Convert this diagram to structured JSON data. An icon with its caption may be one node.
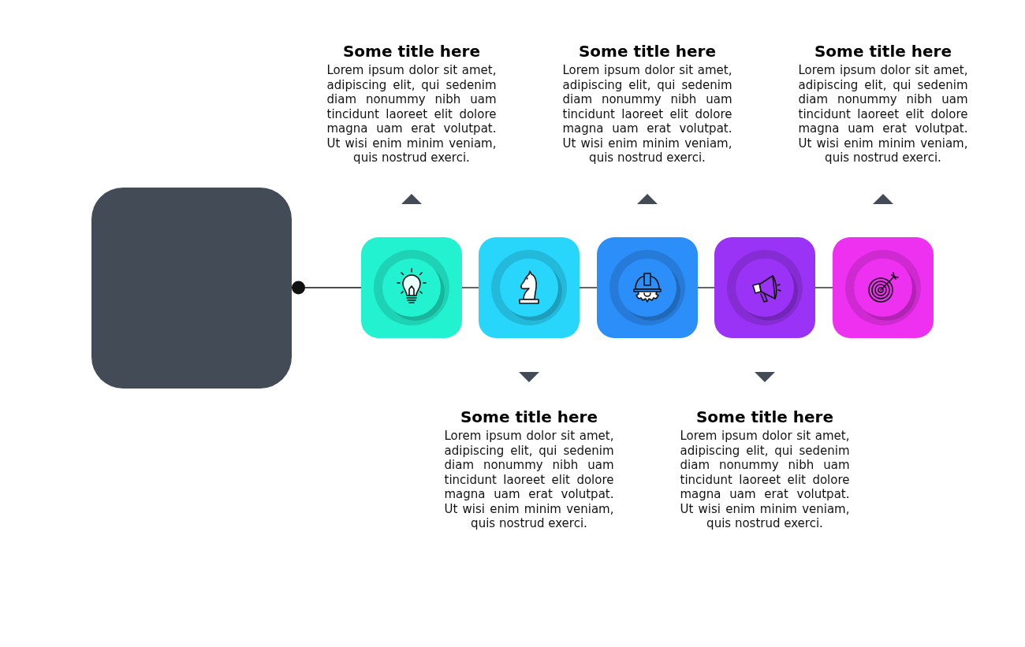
{
  "diagram": {
    "nodes": [
      {
        "text": [],
        "shape": "box"
      },
      {
        "text": [],
        "shape": "box",
        "beside": [
          "Some title here",
          "Lorem ipsum dolor sit amet, adipiscing elit, qui sedenim diam nonummy nibh uam tincidunt laoreet elit dolore magna uam erat volutpat. Ut wisi enim minim veniam, quis nostrud exerci."
        ]
      },
      {
        "text": [],
        "shape": "box",
        "beside": [
          "Some title here",
          "Lorem ipsum dolor sit amet, adipiscing elit, qui sedenim diam nonummy nibh uam tincidunt laoreet elit dolore magna uam erat volutpat. Ut wisi enim minim veniam, quis nostrud exerci."
        ]
      },
      {
        "text": [],
        "shape": "box",
        "beside": [
          "Some title here",
          "Lorem ipsum dolor sit amet, adipiscing elit, qui sedenim diam nonummy nibh uam tincidunt laoreet elit dolore magna uam erat volutpat. Ut wisi enim minim veniam, quis nostrud exerci."
        ]
      },
      {
        "text": [],
        "shape": "box",
        "beside": [
          "Some title here",
          "Lorem ipsum dolor sit amet, adipiscing elit, qui sedenim diam nonummy nibh uam tincidunt laoreet elit dolore magna uam erat volutpat. Ut wisi enim minim veniam, quis nostrud exerci."
        ]
      },
      {
        "text": [],
        "shape": "box",
        "beside": [
          "Some title here",
          "Lorem ipsum dolor sit amet, adipiscing elit, qui sedenim diam nonummy nibh uam tincidunt laoreet elit dolore magna uam erat volutpat. Ut wisi enim minim veniam, quis nostrud exerci."
        ]
      }
    ],
    "edges": [
      {
        "from": 0,
        "to": 1,
        "arrow": "other"
      },
      {
        "from": 1,
        "to": 2,
        "arrow": "none"
      },
      {
        "from": 2,
        "to": 3,
        "arrow": "none"
      },
      {
        "from": 3,
        "to": 4,
        "arrow": "none"
      },
      {
        "from": 4,
        "to": 5,
        "arrow": "none"
      }
    ]
  }
}
